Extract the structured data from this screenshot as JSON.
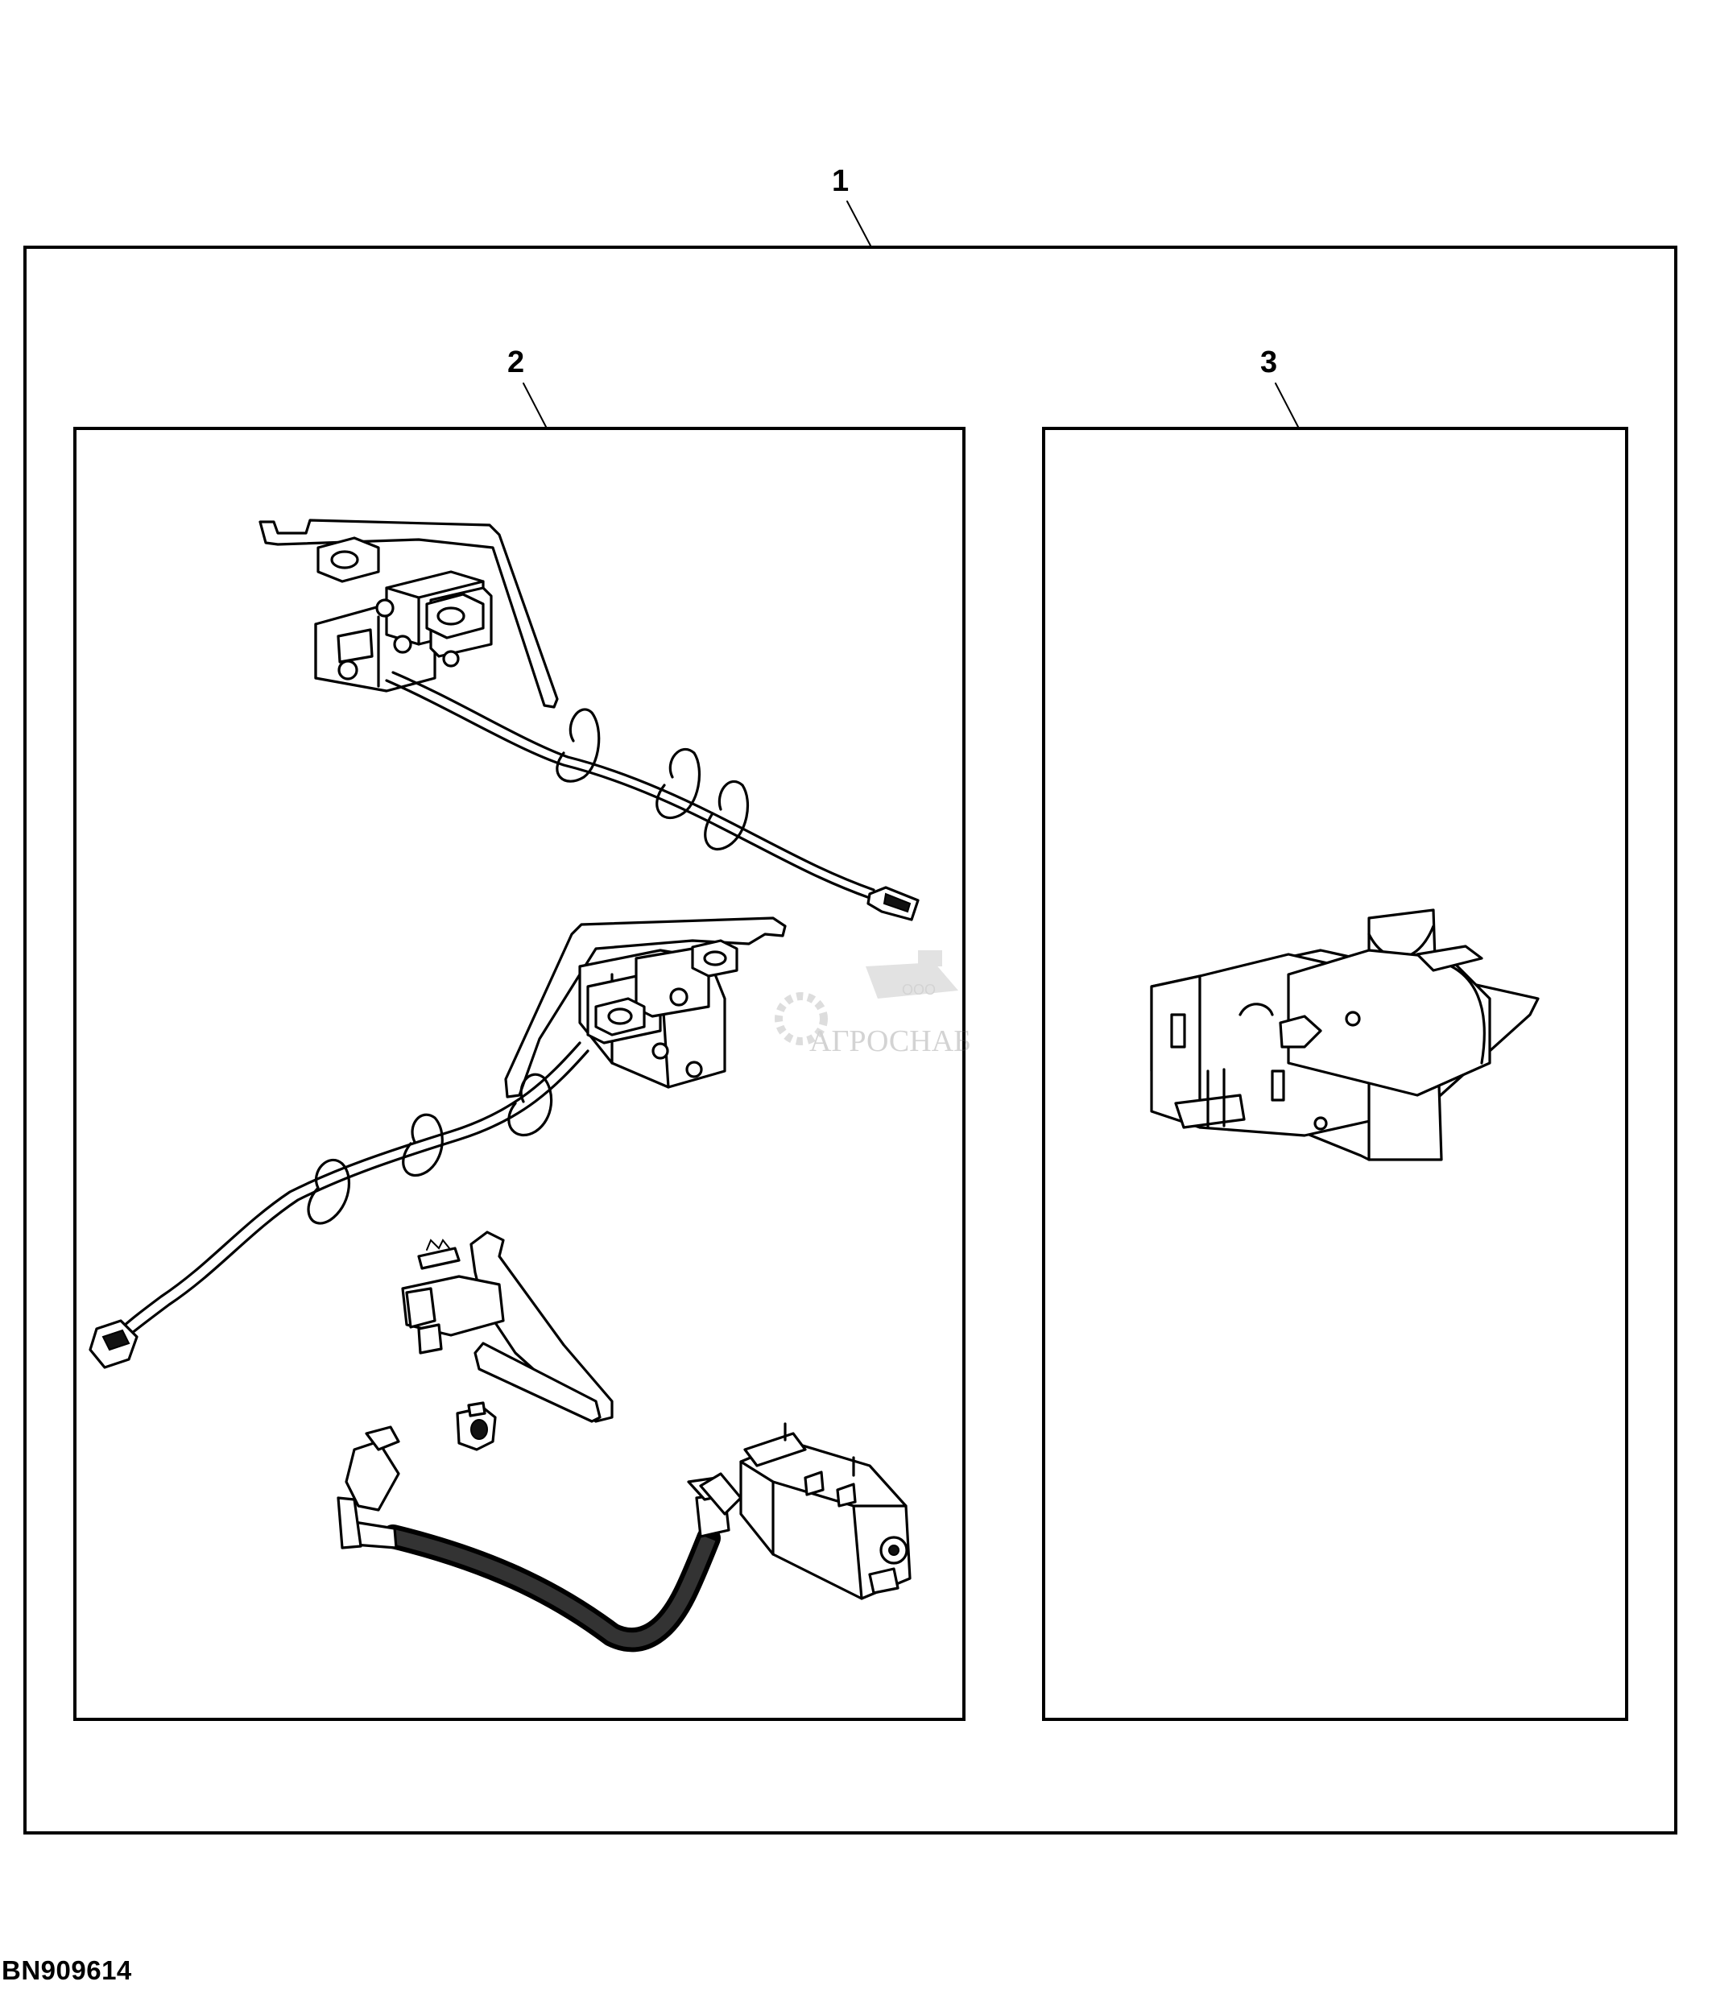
{
  "callouts": {
    "kit": "1",
    "harness_kit": "2",
    "bracket_assembly": "3"
  },
  "figure_id": "BN909614",
  "watermark": {
    "top_text": "ООО",
    "main_text": "АГРОСНАБ"
  }
}
